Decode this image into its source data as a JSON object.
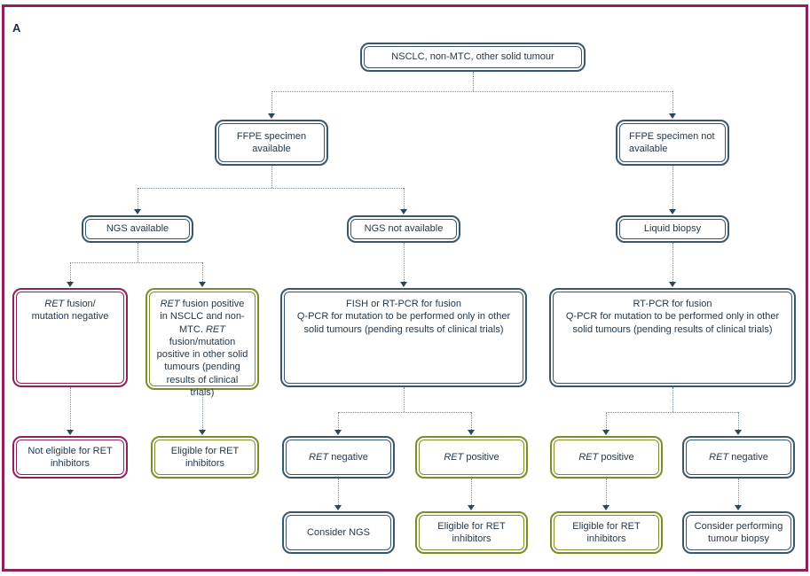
{
  "panel": {
    "label": "A"
  },
  "colors": {
    "teal": "#3a566a",
    "magenta": "#8e2157",
    "olive": "#7e8c28",
    "text": "#24384a",
    "dotted_line": "#7a8b96",
    "arrowhead": "#2e4656",
    "frame": "#8e2157"
  },
  "nodes": {
    "root": {
      "label": "NSCLC, non-MTC, other solid tumour"
    },
    "ffpe_available": {
      "label": "FFPE specimen available"
    },
    "ffpe_not_available": {
      "label": "FFPE specimen not available"
    },
    "ngs_available": {
      "label": "NGS available"
    },
    "ngs_not_available": {
      "label": "NGS not available"
    },
    "liquid_biopsy": {
      "label": "Liquid biopsy"
    },
    "ret_fusion_mutation_negative": {
      "l1_italic": "RET",
      "l1_rest": " fusion/",
      "l2": "mutation negative"
    },
    "ret_fusion_positive": {
      "seg0_italic": "RET",
      "seg1": " fusion positive in NSCLC and non-MTC. ",
      "seg2_italic": "RET",
      "seg3": " fusion/mutation positive in other solid tumours (pending results of clinical trials)"
    },
    "fish_rtpcr": {
      "line1": "FISH or RT-PCR for fusion",
      "line2": "Q-PCR for mutation to be performed only in other solid tumours (pending results of clinical trials)"
    },
    "rtpcr": {
      "line1": "RT-PCR for fusion",
      "line2": "Q-PCR for mutation to be performed only in other solid tumours (pending results of clinical trials)"
    },
    "not_eligible": {
      "label": "Not eligible for RET inhibitors"
    },
    "eligible_ngs": {
      "label": "Eligible for RET inhibitors"
    },
    "ret_negative_1": {
      "italic": "RET",
      "rest": " negative"
    },
    "ret_positive_1": {
      "italic": "RET",
      "rest": " positive"
    },
    "ret_positive_2": {
      "italic": "RET",
      "rest": " positive"
    },
    "ret_negative_2": {
      "italic": "RET",
      "rest": " negative"
    },
    "consider_ngs": {
      "label": "Consider NGS"
    },
    "eligible_1": {
      "label": "Eligible for RET inhibitors"
    },
    "eligible_2": {
      "label": "Eligible for RET inhibitors"
    },
    "consider_tumour_biopsy": {
      "label": "Consider performing tumour biopsy"
    }
  }
}
